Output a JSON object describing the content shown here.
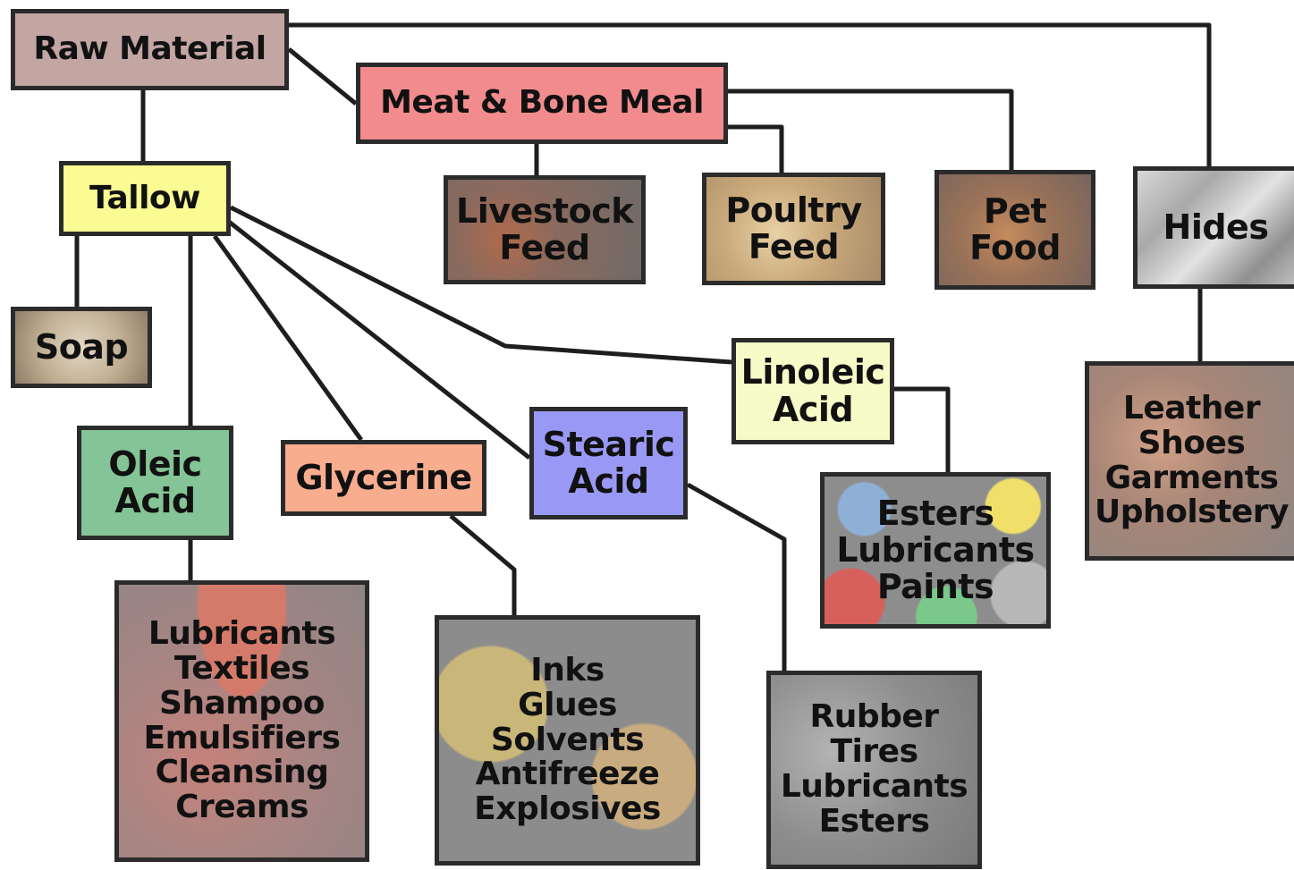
{
  "nodes": {
    "raw_material": {
      "lines": [
        "Raw Material"
      ]
    },
    "meat_bone_meal": {
      "lines": [
        "Meat & Bone Meal"
      ]
    },
    "tallow": {
      "lines": [
        "Tallow"
      ]
    },
    "livestock_feed": {
      "lines": [
        "Livestock",
        "Feed"
      ]
    },
    "poultry_feed": {
      "lines": [
        "Poultry",
        "Feed"
      ]
    },
    "pet_food": {
      "lines": [
        "Pet",
        "Food"
      ]
    },
    "hides": {
      "lines": [
        "Hides"
      ]
    },
    "soap": {
      "lines": [
        "Soap"
      ]
    },
    "linoleic_acid": {
      "lines": [
        "Linoleic",
        "Acid"
      ]
    },
    "hides_uses": {
      "lines": [
        "Leather",
        "Shoes",
        "Garments",
        "Upholstery"
      ]
    },
    "oleic_acid": {
      "lines": [
        "Oleic",
        "Acid"
      ]
    },
    "glycerine": {
      "lines": [
        "Glycerine"
      ]
    },
    "stearic_acid": {
      "lines": [
        "Stearic",
        "Acid"
      ]
    },
    "linoleic_uses": {
      "lines": [
        "Esters",
        "Lubricants",
        "Paints"
      ]
    },
    "oleic_uses": {
      "lines": [
        "Lubricants",
        "Textiles",
        "Shampoo",
        "Emulsifiers",
        "Cleansing",
        "Creams"
      ]
    },
    "glycerine_uses": {
      "lines": [
        "Inks",
        "Glues",
        "Solvents",
        "Antifreeze",
        "Explosives"
      ]
    },
    "stearic_uses": {
      "lines": [
        "Rubber",
        "Tires",
        "Lubricants",
        "Esters"
      ]
    }
  },
  "colors": {
    "line": "#1e1e1e",
    "raw_material": "#c3a5a2",
    "meat_bone_meal": "#f28b8d",
    "tallow": "#fbfb93",
    "linoleic_acid": "#f6fbc8",
    "oleic_acid": "#84c496",
    "glycerine": "#f7ad8e",
    "stearic_acid": "#9999f5"
  }
}
